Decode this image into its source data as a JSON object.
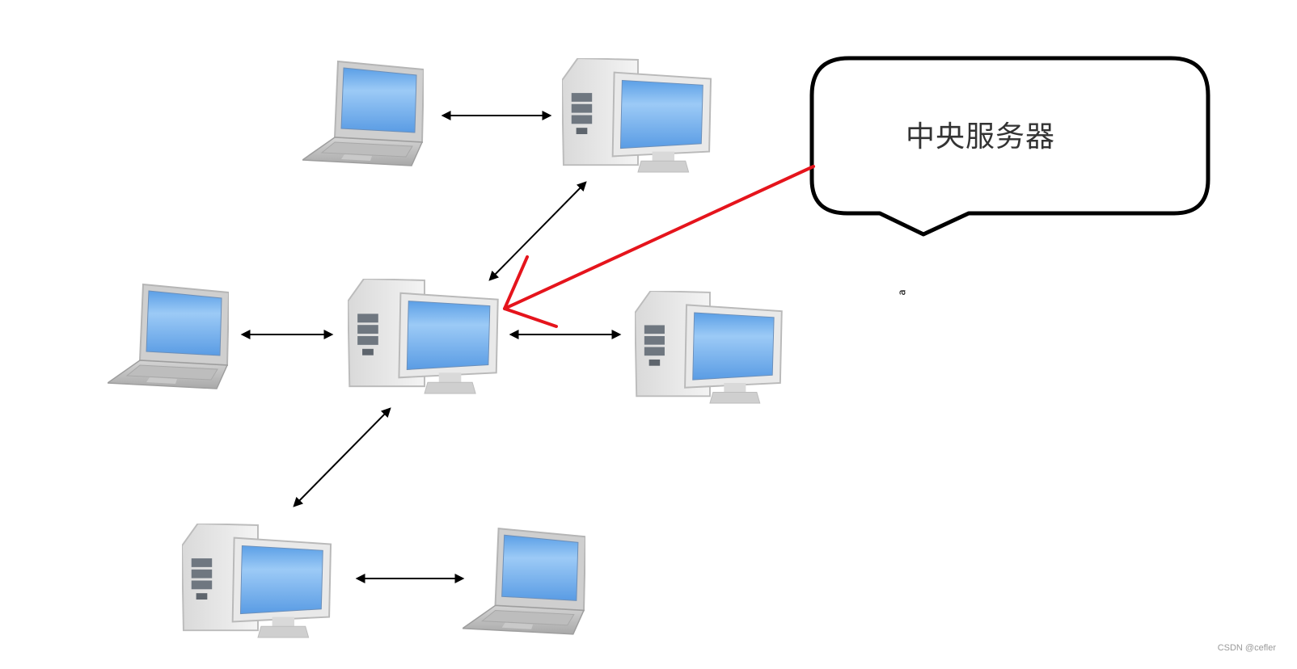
{
  "callout": {
    "label": "中央服务器"
  },
  "watermark": {
    "text": "CSDN @cefler"
  },
  "stray_mark": "a",
  "colors": {
    "highlight_arrow": "#e5141c",
    "screen": "#7fb6ee",
    "case": "#e8e8e8",
    "bubble_border": "#000000"
  },
  "nodes": [
    {
      "id": "laptop-top",
      "kind": "laptop-icon"
    },
    {
      "id": "desktop-top",
      "kind": "desktop-computer-icon"
    },
    {
      "id": "laptop-left",
      "kind": "laptop-icon"
    },
    {
      "id": "desktop-center",
      "kind": "desktop-computer-icon",
      "role": "central-server"
    },
    {
      "id": "desktop-right",
      "kind": "desktop-computer-icon"
    },
    {
      "id": "desktop-bottom",
      "kind": "desktop-computer-icon"
    },
    {
      "id": "laptop-bottom",
      "kind": "laptop-icon"
    }
  ],
  "links": [
    {
      "from": "laptop-top",
      "to": "desktop-top"
    },
    {
      "from": "desktop-top",
      "to": "desktop-center"
    },
    {
      "from": "laptop-left",
      "to": "desktop-center"
    },
    {
      "from": "desktop-center",
      "to": "desktop-right"
    },
    {
      "from": "desktop-center",
      "to": "desktop-bottom"
    },
    {
      "from": "desktop-bottom",
      "to": "laptop-bottom"
    }
  ]
}
